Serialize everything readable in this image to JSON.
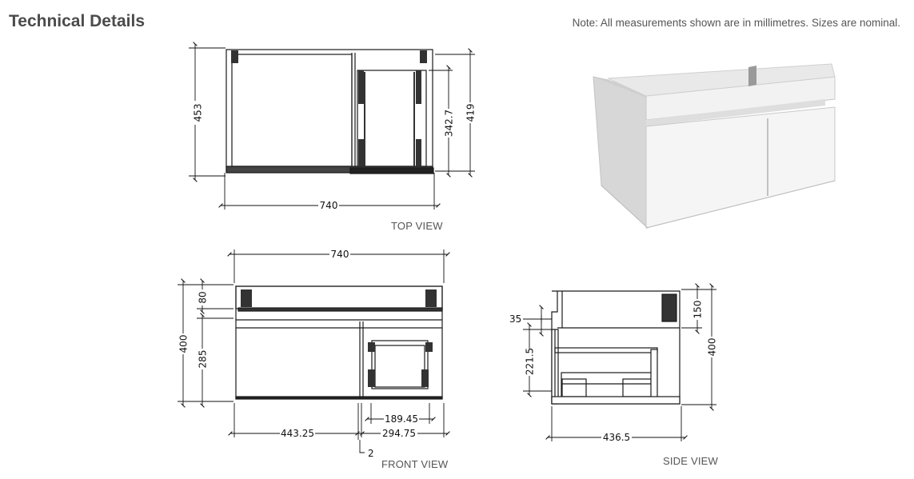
{
  "header": {
    "title": "Technical Details",
    "note": "Note: All measurements shown are in millimetres. Sizes are nominal."
  },
  "views": {
    "top": {
      "label": "TOP VIEW",
      "dims": {
        "depth": "453",
        "width": "740",
        "inner_depth": "342.7",
        "drawer_depth": "419"
      }
    },
    "front": {
      "label": "FRONT VIEW",
      "dims": {
        "width": "740",
        "height": "400",
        "top_rail": "80",
        "drawer_front": "285",
        "left_offset": "443.25",
        "gap": "2",
        "right_drawer": "294.75",
        "inner_drawer": "189.45"
      }
    },
    "side": {
      "label": "SIDE VIEW",
      "dims": {
        "lip": "35",
        "drawer_height": "221.5",
        "top_rail": "150",
        "height": "400",
        "depth": "436.5"
      }
    }
  },
  "colors": {
    "line": "#1a1a1a",
    "text": "#4b4b4b",
    "panel_light": "#f3f3f3",
    "panel_mid": "#d6d6d6",
    "panel_dark": "#b9b9b9"
  }
}
